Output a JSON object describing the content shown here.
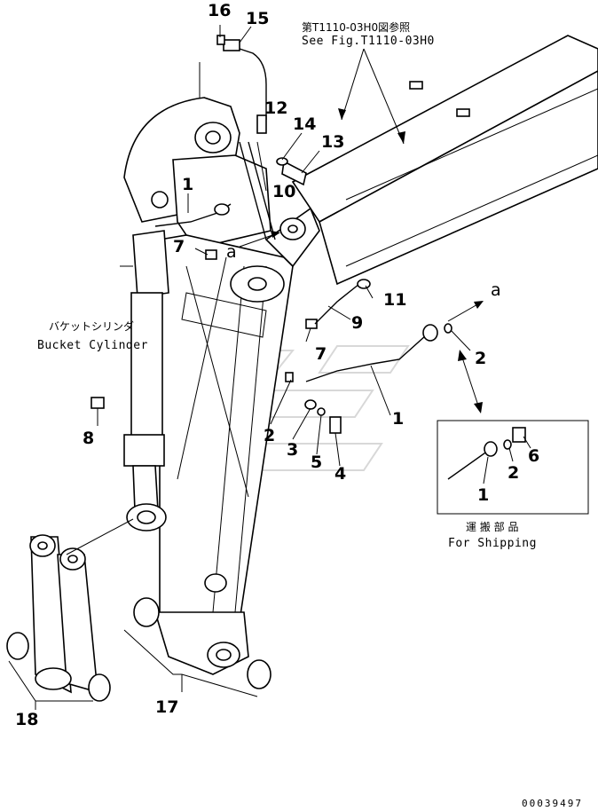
{
  "figure_ref": {
    "jp": "第T1110-03H0図参照",
    "en": "See Fig.T1110-03H0"
  },
  "captions": {
    "bucket_cylinder_jp": "バケットシリンダ",
    "bucket_cylinder_en": "Bucket Cylinder",
    "for_shipping_jp": "運 搬 部 品",
    "for_shipping_en": "For Shipping",
    "arrow_label_a_right": "a",
    "arrow_label_a_left": "a"
  },
  "callouts": {
    "c1_top": "1",
    "c1_hose": "1",
    "c1_ship": "1",
    "c2_left": "2",
    "c2_right": "2",
    "c2_ship": "2",
    "c3": "3",
    "c4": "4",
    "c5": "5",
    "c6": "6",
    "c7_left": "7",
    "c7_right": "7",
    "c8": "8",
    "c9": "9",
    "c10": "10",
    "c11": "11",
    "c12": "12",
    "c13": "13",
    "c14": "14",
    "c15": "15",
    "c16": "16",
    "c17": "17",
    "c18": "18"
  },
  "footer_code": "00039497"
}
